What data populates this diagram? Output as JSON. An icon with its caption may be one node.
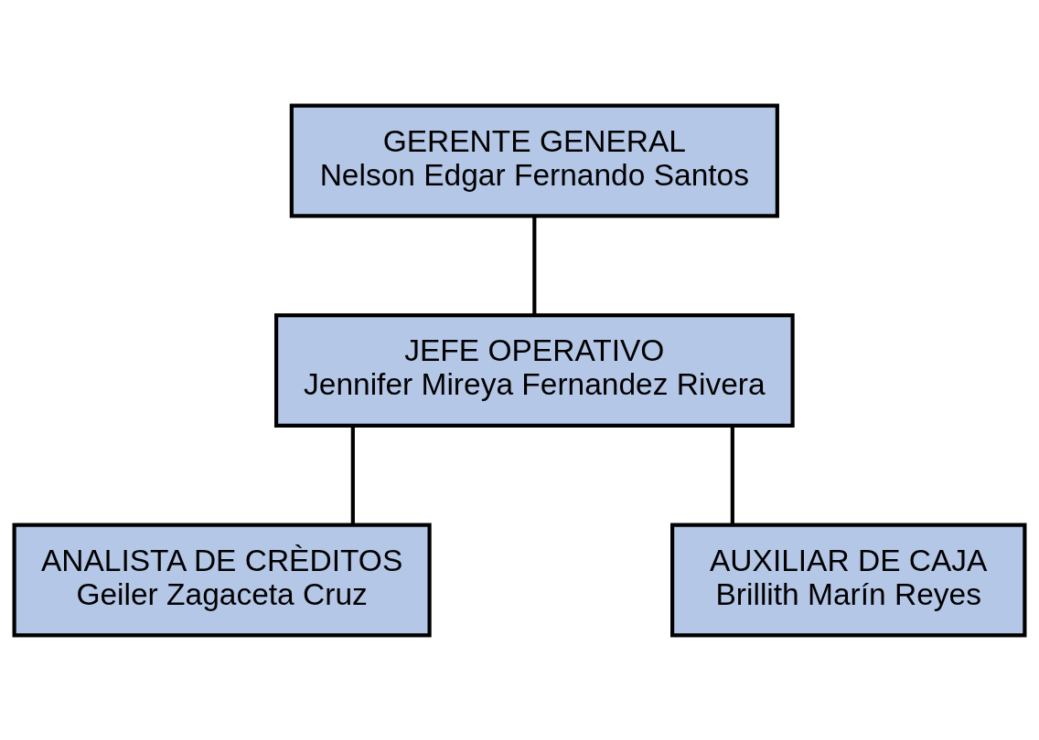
{
  "diagram": {
    "nodes": [
      {
        "text": [
          "GERENTE GENERAL",
          "Nelson Edgar Fernando Santos"
        ]
      },
      {
        "text": [
          "JEFE OPERATIVO",
          "Jennifer Mireya Fernandez Rivera"
        ]
      },
      {
        "text": [
          "ANALISTA DE CRÈDITOS",
          "Geiler Zagaceta Cruz"
        ]
      },
      {
        "text": [
          "AUXILIAR DE CAJA",
          "Brillith Marín Reyes"
        ]
      }
    ],
    "edges": [
      {
        "from": 0,
        "to": 1,
        "arrow": "none"
      },
      {
        "from": 1,
        "to": 2,
        "arrow": "none"
      },
      {
        "from": 1,
        "to": 3,
        "arrow": "none"
      }
    ]
  }
}
